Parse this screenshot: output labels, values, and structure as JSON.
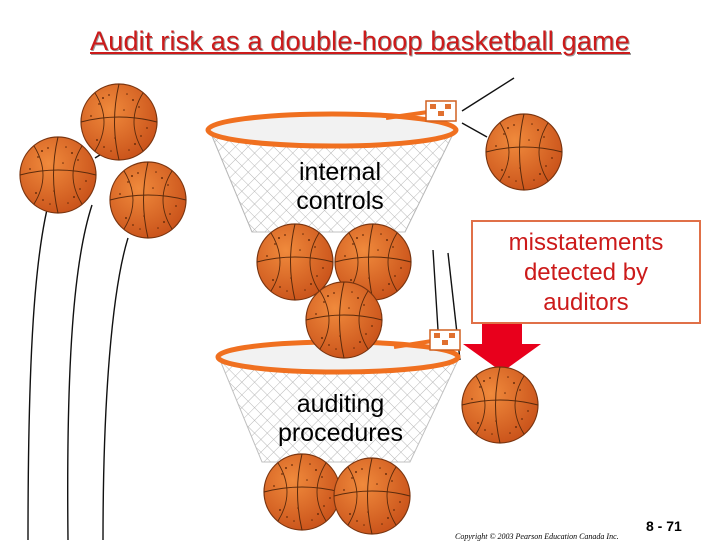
{
  "title": "Audit risk as a double-hoop basketball game",
  "labels": {
    "internal_controls": [
      "internal",
      "controls"
    ],
    "auditing_procedures": [
      "auditing",
      "procedures"
    ]
  },
  "callout": [
    "misstatements",
    "detected by",
    "auditors"
  ],
  "footer": {
    "copyright": "Copyright © 2003 Pearson Education Canada Inc.",
    "page_number": "8 - 71"
  },
  "colors": {
    "title": "#cc1a1a",
    "callout_text": "#cc1a1a",
    "callout_border": "#e07048",
    "arrow": "#e8001c",
    "ball": "#e36b1f",
    "hoop_rim": "#f07020"
  }
}
